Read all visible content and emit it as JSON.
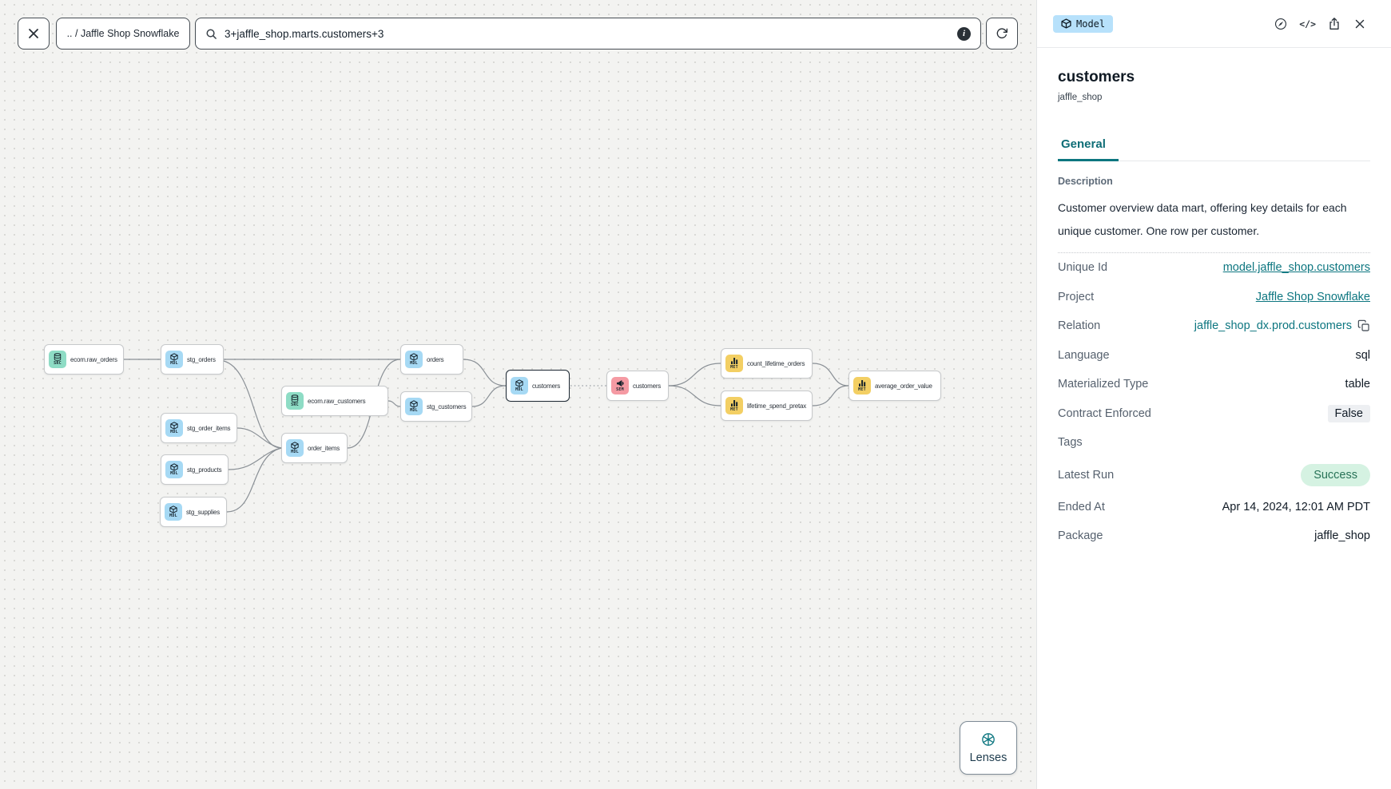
{
  "toolbar": {
    "breadcrumb": ".. / Jaffle Shop Snowflake",
    "search_value": "3+jaffle_shop.marts.customers+3"
  },
  "lenses": {
    "label": "Lenses"
  },
  "panel": {
    "type_badge": "Model",
    "title": "customers",
    "subtitle": "jaffle_shop",
    "active_tab": "General",
    "description_label": "Description",
    "description": "Customer overview data mart, offering key details for each unique customer. One row per customer.",
    "fields": [
      {
        "label": "Unique Id",
        "value": "model.jaffle_shop.customers",
        "type": "link"
      },
      {
        "label": "Project",
        "value": "Jaffle Shop Snowflake",
        "type": "link"
      },
      {
        "label": "Relation",
        "value": "jaffle_shop_dx.prod.customers",
        "type": "copyable"
      },
      {
        "label": "Language",
        "value": "sql",
        "type": "text"
      },
      {
        "label": "Materialized Type",
        "value": "table",
        "type": "text"
      },
      {
        "label": "Contract Enforced",
        "value": "False",
        "type": "gray-badge"
      },
      {
        "label": "Tags",
        "value": "",
        "type": "empty"
      },
      {
        "label": "Latest Run",
        "value": "Success",
        "type": "green-badge"
      },
      {
        "label": "Ended At",
        "value": "Apr 14, 2024, 12:01 AM PDT",
        "type": "text"
      },
      {
        "label": "Package",
        "value": "jaffle_shop",
        "type": "text"
      }
    ]
  },
  "graph": {
    "nodes": [
      {
        "label": "ecom.raw_orders",
        "badge": "SRC",
        "kind": "source",
        "selected": false
      },
      {
        "label": "stg_orders",
        "badge": "MDL",
        "kind": "model",
        "selected": false
      },
      {
        "label": "ecom.raw_customers",
        "badge": "SRC",
        "kind": "source",
        "selected": false
      },
      {
        "label": "stg_order_items",
        "badge": "MDL",
        "kind": "model",
        "selected": false
      },
      {
        "label": "stg_products",
        "badge": "MDL",
        "kind": "model",
        "selected": false
      },
      {
        "label": "stg_supplies",
        "badge": "MDL",
        "kind": "model",
        "selected": false
      },
      {
        "label": "order_items",
        "badge": "MDL",
        "kind": "model",
        "selected": false
      },
      {
        "label": "orders",
        "badge": "MDL",
        "kind": "model",
        "selected": false
      },
      {
        "label": "stg_customers",
        "badge": "MDL",
        "kind": "model",
        "selected": false
      },
      {
        "label": "customers",
        "badge": "MDL",
        "kind": "model",
        "selected": true
      },
      {
        "label": "customers",
        "badge": "SEM",
        "kind": "semantic",
        "selected": false
      },
      {
        "label": "count_lifetime_orders",
        "badge": "MET",
        "kind": "metric",
        "selected": false
      },
      {
        "label": "lifetime_spend_pretax",
        "badge": "MET",
        "kind": "metric",
        "selected": false
      },
      {
        "label": "average_order_value",
        "badge": "MET",
        "kind": "metric",
        "selected": false
      }
    ],
    "edges": [
      {
        "from": "ecom.raw_orders",
        "to": "stg_orders",
        "style": "solid"
      },
      {
        "from": "stg_orders",
        "to": "orders",
        "style": "solid"
      },
      {
        "from": "stg_orders",
        "to": "order_items",
        "style": "solid"
      },
      {
        "from": "stg_order_items",
        "to": "order_items",
        "style": "solid"
      },
      {
        "from": "stg_products",
        "to": "order_items",
        "style": "solid"
      },
      {
        "from": "stg_supplies",
        "to": "order_items",
        "style": "solid"
      },
      {
        "from": "order_items",
        "to": "orders",
        "style": "solid"
      },
      {
        "from": "ecom.raw_customers",
        "to": "stg_customers",
        "style": "solid"
      },
      {
        "from": "orders",
        "to": "customers",
        "style": "solid"
      },
      {
        "from": "stg_customers",
        "to": "customers",
        "style": "solid"
      },
      {
        "from": "customers",
        "to": "customers (semantic)",
        "style": "dotted"
      },
      {
        "from": "customers (semantic)",
        "to": "count_lifetime_orders",
        "style": "solid"
      },
      {
        "from": "customers (semantic)",
        "to": "lifetime_spend_pretax",
        "style": "solid"
      },
      {
        "from": "count_lifetime_orders",
        "to": "average_order_value",
        "style": "solid"
      },
      {
        "from": "lifetime_spend_pretax",
        "to": "average_order_value",
        "style": "solid"
      }
    ]
  },
  "icons": {
    "toolbar": [
      "close-x",
      "magnifier",
      "info-circle",
      "refresh-arrow"
    ],
    "panel_header": [
      "compass-explore",
      "code-brackets",
      "share-export",
      "close-x"
    ],
    "node_badges": {
      "SRC": "database-cylinder",
      "MDL": "cube",
      "SEM": "megaphone",
      "MET": "bar-chart"
    },
    "lenses": "aperture-wheel",
    "relation_action": "copy"
  },
  "colors": {
    "accent_teal": "#0d7680",
    "canvas_bg": "#f3f3f1",
    "node_source_bg": "#8edcc5",
    "node_model_bg": "#a6d9f4",
    "node_semantic_bg": "#f59aa3",
    "node_metric_bg": "#f3cf63",
    "model_badge_bg": "#b7e1fb",
    "success_badge_bg": "#d5f2e2",
    "success_badge_text": "#277257",
    "selected_node_border": "#1d2833"
  }
}
